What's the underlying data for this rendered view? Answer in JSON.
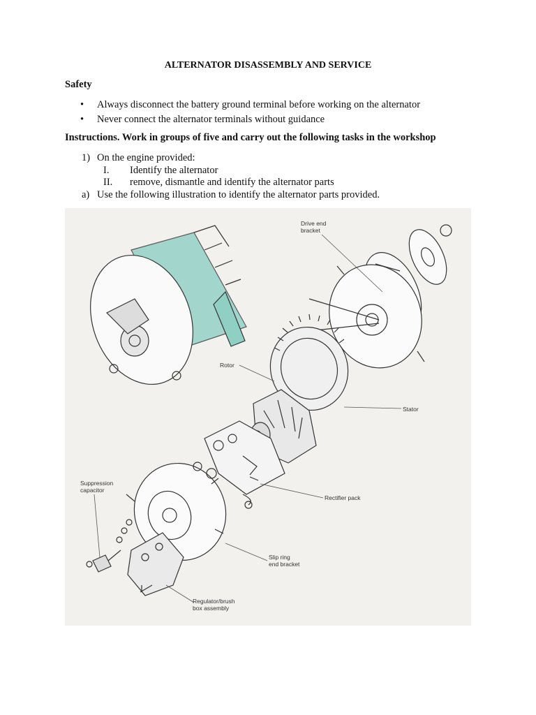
{
  "document": {
    "title": "ALTERNATOR DISASSEMBLY AND SERVICE",
    "safety_heading": "Safety",
    "safety_items": [
      "Always disconnect the battery ground terminal before working on the alternator",
      "Never connect the alternator terminals without guidance"
    ],
    "bullet_glyph": "•",
    "instructions_heading": "Instructions. Work in groups of five and carry out the following tasks in the workshop",
    "step1": {
      "number": "1)",
      "text": "On the engine provided:"
    },
    "substeps": [
      {
        "number": "I.",
        "text": "Identify the alternator"
      },
      {
        "number": "II.",
        "text": "remove, dismantle and identify the alternator parts"
      }
    ],
    "step_a": {
      "number": "a)",
      "text": "Use the following illustration to identify the alternator parts provided."
    }
  },
  "figure": {
    "labels": {
      "drive_end_bracket_1": "Drive end",
      "drive_end_bracket_2": "bracket",
      "rotor": "Rotor",
      "stator": "Stator",
      "rectifier_pack": "Rectifier pack",
      "suppression_capacitor_1": "Suppression",
      "suppression_capacitor_2": "capacitor",
      "slip_ring_1": "Slip ring",
      "slip_ring_2": "end bracket",
      "regulator_1": "Regulator/brush",
      "regulator_2": "box assembly"
    },
    "colors": {
      "background": "#f3f1ee",
      "housing_tint": "#8fcfc4",
      "line": "#333333"
    }
  }
}
